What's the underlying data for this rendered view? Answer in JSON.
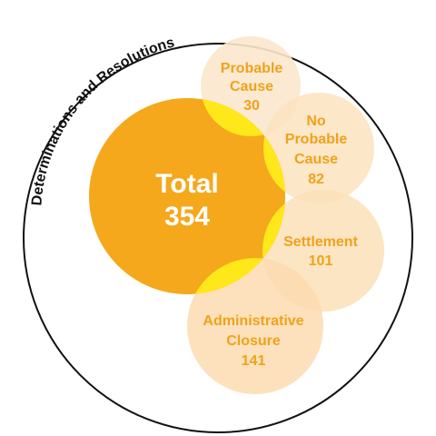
{
  "title": "Determinations and Resolutions",
  "total": {
    "label": "Total",
    "value": "354"
  },
  "categories": [
    {
      "id": "probable-cause",
      "lines": [
        "Probable",
        "Cause"
      ],
      "value": "30"
    },
    {
      "id": "no-probable-cause",
      "lines": [
        "No",
        "Probable",
        "Cause"
      ],
      "value": "82"
    },
    {
      "id": "settlement",
      "lines": [
        "Settlement"
      ],
      "value": "101"
    },
    {
      "id": "administrative-closure",
      "lines": [
        "Administrative",
        "Closure"
      ],
      "value": "141"
    }
  ],
  "colors": {
    "total": "#f5a81c",
    "category": "#fbe3c0",
    "overlap": "#ffe81a",
    "label": "#f0a21a",
    "outline": "#111111"
  }
}
